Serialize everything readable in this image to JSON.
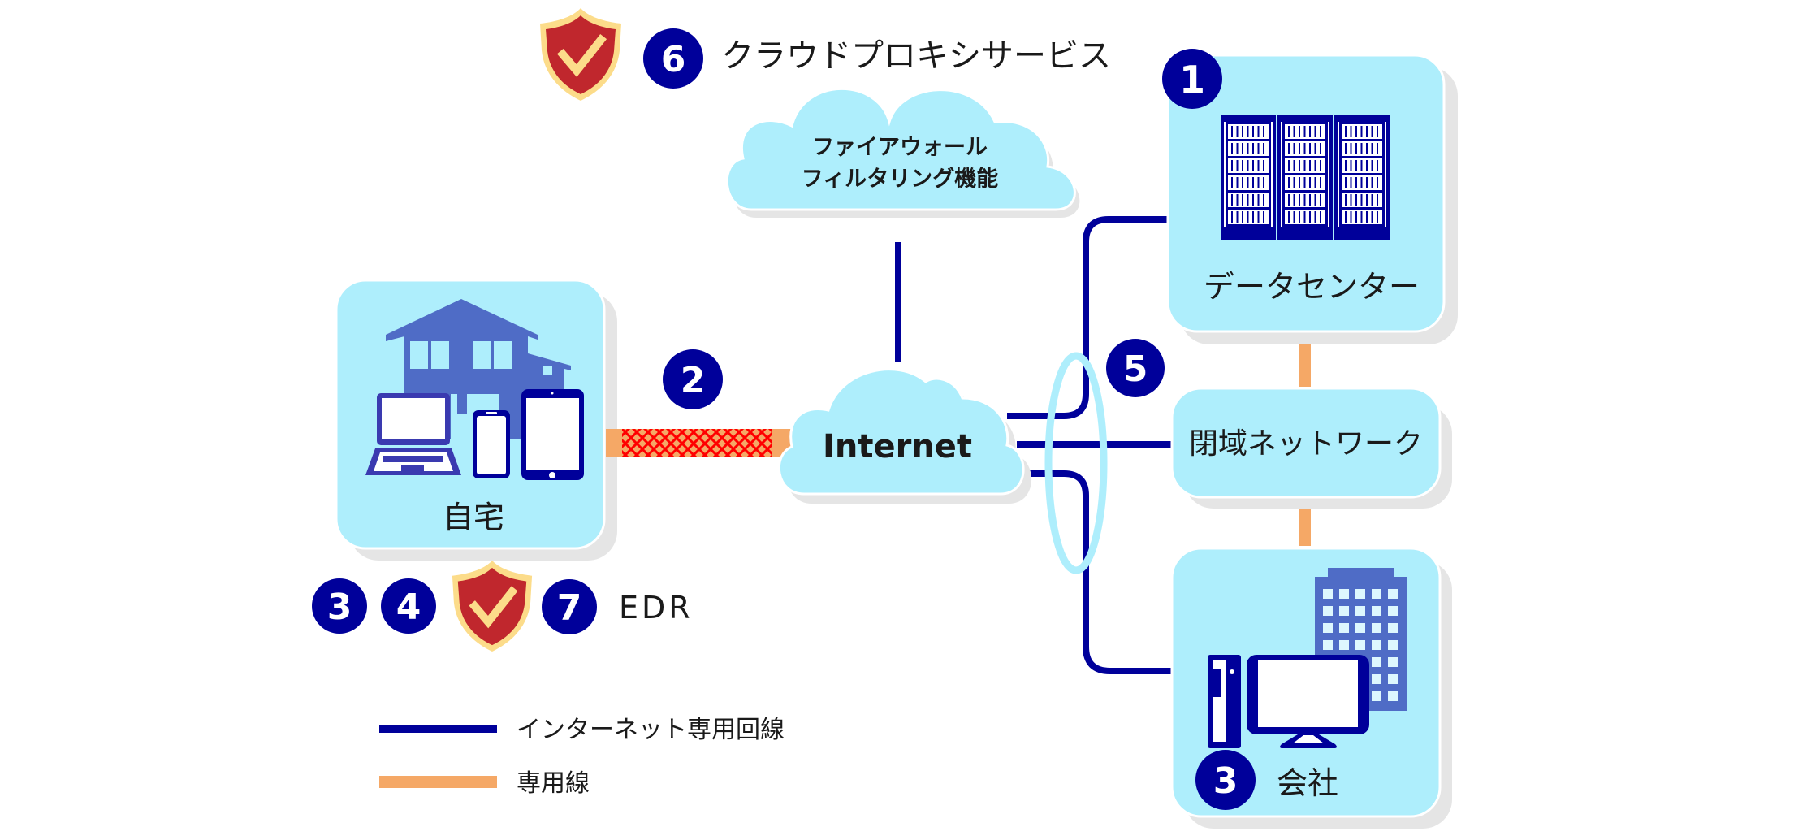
{
  "colors": {
    "navy": "#00009A",
    "box_fill": "#AEEEFC",
    "shadow": "#E5E5E5",
    "house": "#4F6CC6",
    "laptop": "#3A3AB0",
    "orange": "#F5A866",
    "hatch": "#FF0000",
    "shield_red": "#C0272D",
    "shield_gold": "#FCDC8A",
    "window": "#DDF7FE"
  },
  "proxy": {
    "badge": "6",
    "title": "クラウドプロキシサービス",
    "cloud_line1": "ファイアウォール",
    "cloud_line2": "フィルタリング機能",
    "icon": "shield-check-icon"
  },
  "home": {
    "label": "自宅",
    "icons": [
      "house-icon",
      "laptop-icon",
      "smartphone-icon",
      "tablet-icon"
    ]
  },
  "vpn": {
    "badge": "2"
  },
  "internet": {
    "label": "Internet"
  },
  "links_group": {
    "badge": "5"
  },
  "datacenter": {
    "badge": "1",
    "label": "データセンター",
    "icon": "server-rack-icon"
  },
  "closed_network": {
    "label": "閉域ネットワーク"
  },
  "company": {
    "badge": "3",
    "label": "会社",
    "icons": [
      "office-building-icon",
      "desktop-pc-icon"
    ]
  },
  "endpoint": {
    "badges": [
      "3",
      "4",
      "7"
    ],
    "label": "EDR",
    "icon": "shield-check-icon"
  },
  "legend": {
    "items": [
      {
        "label": "インターネット専用回線",
        "type": "internet-line"
      },
      {
        "label": "専用線",
        "type": "dedicated-line"
      }
    ]
  }
}
